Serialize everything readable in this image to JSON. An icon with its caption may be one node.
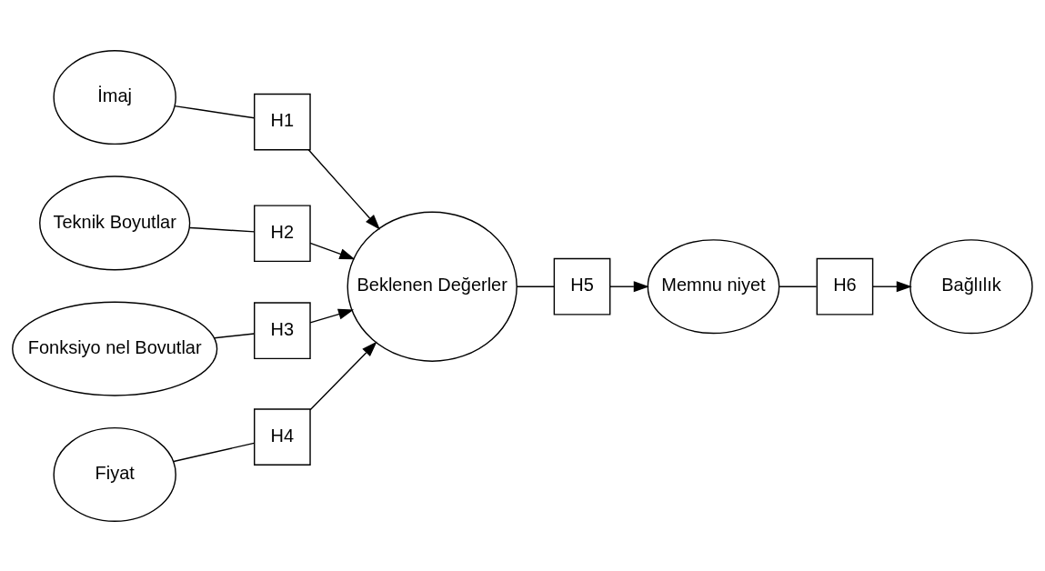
{
  "diagram": {
    "nodes": [
      {
        "text": [
          "İmaj"
        ]
      },
      {
        "text": [
          "H1"
        ]
      },
      {
        "text": [
          "Teknik Boyutlar"
        ]
      },
      {
        "text": [
          "H2"
        ]
      },
      {
        "text": [
          "Beklenen Değerler"
        ]
      },
      {
        "text": [
          "H5"
        ]
      },
      {
        "text": [
          "Memnu niyet"
        ]
      },
      {
        "text": [
          "H6"
        ]
      },
      {
        "text": [
          "Bağlılık"
        ]
      },
      {
        "text": [
          "Fonksiyo nel Bovutlar"
        ]
      },
      {
        "text": [
          "H3"
        ]
      },
      {
        "text": [
          "H4"
        ]
      },
      {
        "text": [
          "Fiyat"
        ]
      }
    ],
    "edges": [
      {
        "from": 0,
        "to": 1,
        "arrow": "none"
      },
      {
        "from": 1,
        "to": 4,
        "arrow": "to"
      },
      {
        "from": 2,
        "to": 3,
        "arrow": "none"
      },
      {
        "from": 3,
        "to": 4,
        "arrow": "to"
      },
      {
        "from": 9,
        "to": 10,
        "arrow": "none"
      },
      {
        "from": 10,
        "to": 4,
        "arrow": "to"
      },
      {
        "from": 12,
        "to": 11,
        "arrow": "none"
      },
      {
        "from": 11,
        "to": 4,
        "arrow": "to"
      },
      {
        "from": 4,
        "to": 5,
        "arrow": "none"
      },
      {
        "from": 5,
        "to": 6,
        "arrow": "to"
      },
      {
        "from": 6,
        "to": 7,
        "arrow": "none"
      },
      {
        "from": 7,
        "to": 8,
        "arrow": "to"
      }
    ]
  }
}
